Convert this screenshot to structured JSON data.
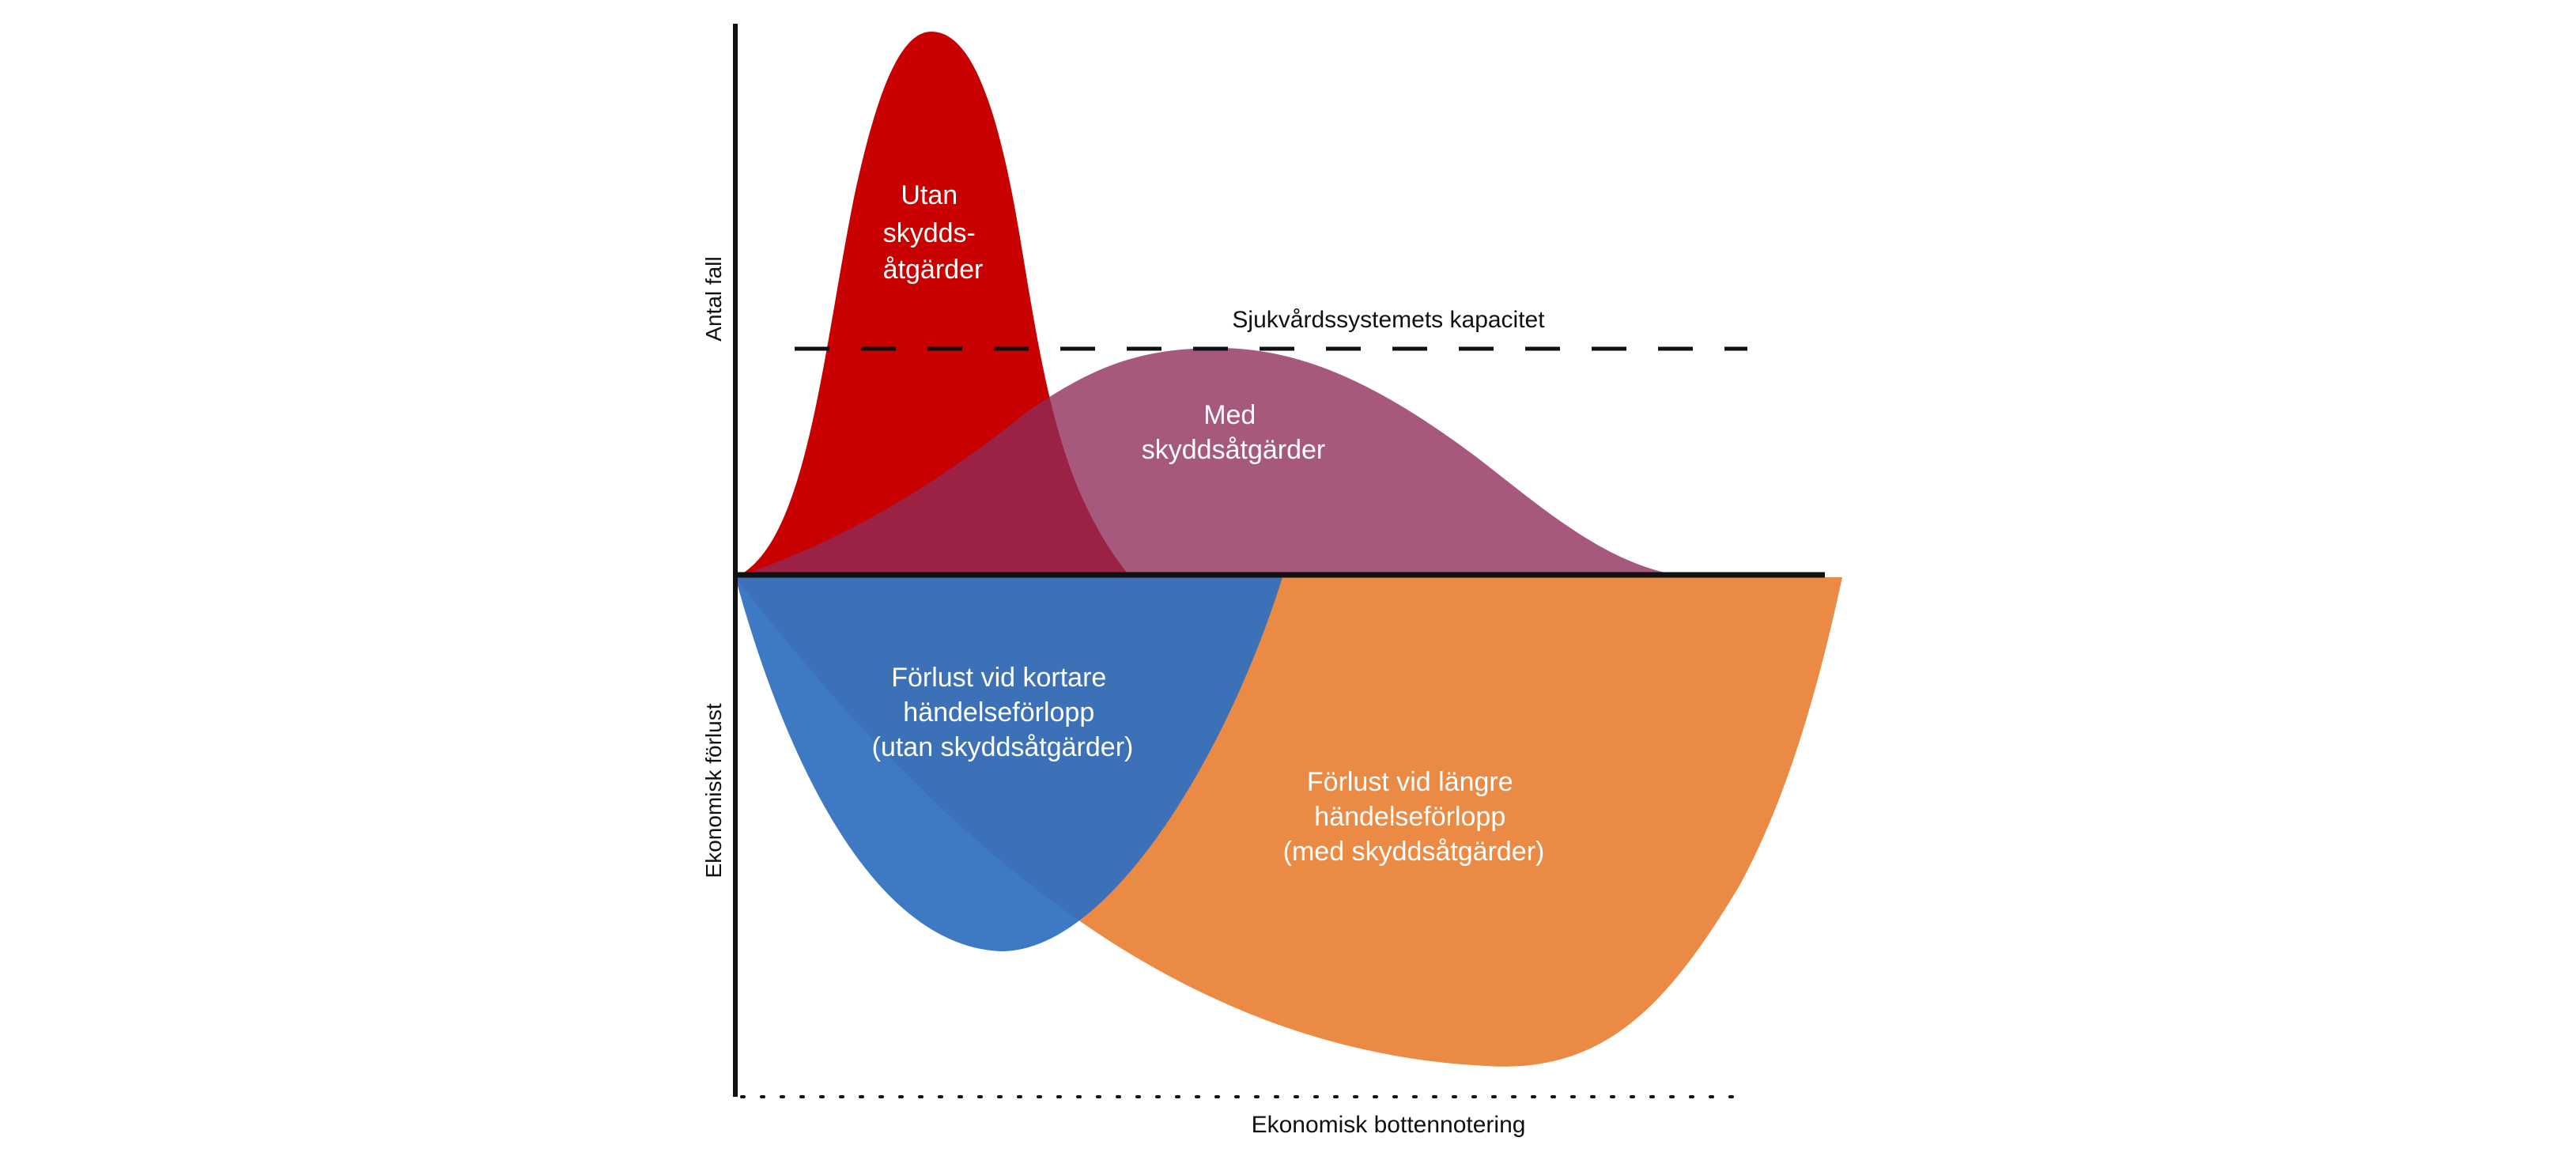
{
  "diagram": {
    "y_axis_top_label": "Antal fall",
    "y_axis_bottom_label": "Ekonomisk förlust",
    "capacity_label": "Sjukvårdssystemets kapacitet",
    "bottom_label": "Ekonomisk bottennotering",
    "curves": {
      "without_measures": {
        "lines": [
          "Utan",
          "skydds-",
          "åtgärder"
        ],
        "color": "#c90000"
      },
      "with_measures": {
        "lines": [
          "Med",
          "skyddsåtgärder"
        ],
        "color": "#a0456d"
      },
      "short_loss": {
        "lines": [
          "Förlust vid kortare",
          "händelseförlopp",
          "(utan skyddsåtgärder)"
        ],
        "color": "#3a7bc4"
      },
      "long_loss": {
        "lines": [
          "Förlust vid längre",
          "händelseförlopp",
          "(med skyddsåtgärder)"
        ],
        "color": "#ea8a44"
      }
    }
  }
}
